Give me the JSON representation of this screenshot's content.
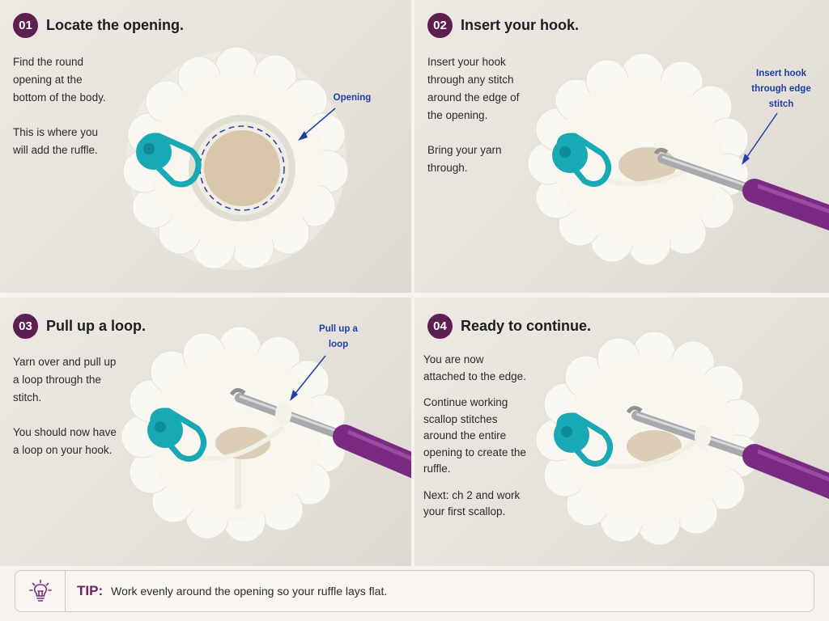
{
  "steps": [
    {
      "number": "01",
      "title": "Locate the opening.",
      "paragraphs": [
        "Find the round opening at the bottom of the body.",
        "This is where you will add the ruffle."
      ],
      "annotation": "Opening"
    },
    {
      "number": "02",
      "title": "Insert your hook.",
      "paragraphs": [
        "Insert your hook through any stitch around the edge of the opening.",
        "Bring your yarn through."
      ],
      "annotation": "Insert hook through edge stitch"
    },
    {
      "number": "03",
      "title": "Pull up a loop.",
      "paragraphs": [
        "Yarn over and pull up a loop through the stitch.",
        "You should now have a loop on your hook."
      ],
      "annotation": "Pull up a loop"
    },
    {
      "number": "04",
      "title": "Ready to continue.",
      "paragraphs": [
        "You are now attached to the edge.",
        "Continue working scallop stitches around the entire opening to create the ruffle.",
        "Next: ch 2 and work your first scallop."
      ]
    }
  ],
  "tip": {
    "icon": "lightbulb-icon",
    "label": "TIP:",
    "text": "Work evenly around the opening so your ruffle lays flat."
  },
  "colors": {
    "accent": "#5c1f4f",
    "annotation": "#1f3ea6",
    "marker": "#19a9b5",
    "hook_handle": "#7b2a82",
    "yarn": "#f7f4ec"
  }
}
